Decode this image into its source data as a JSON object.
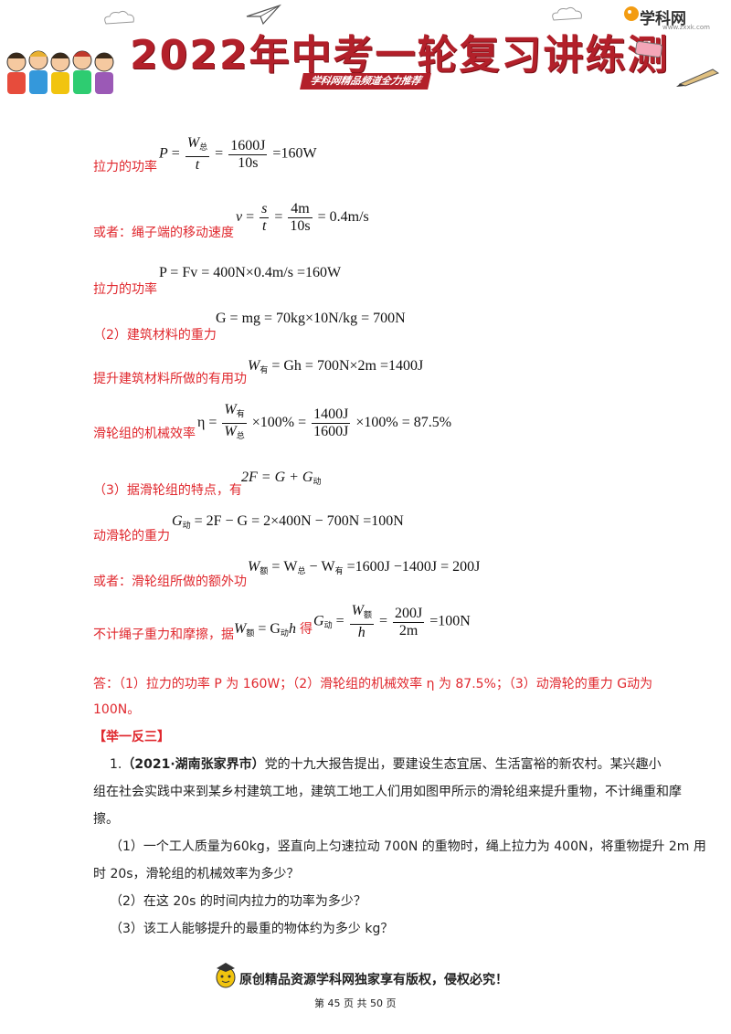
{
  "header": {
    "title": "2022年中考一轮复习讲练测",
    "subtitle": "学科网精品频道全力推荐",
    "logo_text": "学科网",
    "logo_url": "www.zxxk.com"
  },
  "solution": {
    "line1_label": "拉力的功率",
    "line1": {
      "lhs": "P",
      "num": "W",
      "num_sub": "总",
      "den": "t",
      "num2": "1600J",
      "den2": "10s",
      "result": "=160W"
    },
    "line2_label": "或者：绳子端的移动速度",
    "line2": {
      "lhs": "v",
      "num": "s",
      "den": "t",
      "num2": "4m",
      "den2": "10s",
      "result": "= 0.4m/s"
    },
    "line3_label": "拉力的功率",
    "line3_eq": "P = Fv = 400N×0.4m/s =160W",
    "line4_label": "（2）建筑材料的重力",
    "line4_eq": "G = mg = 70kg×10N/kg = 700N",
    "line5_label": "提升建筑材料所做的有用功",
    "line5_w": "W",
    "line5_sub": "有",
    "line5_eq": "= Gh = 700N×2m =1400J",
    "line6_label": "滑轮组的机械效率",
    "line6": {
      "lhs": "η =",
      "num": "W",
      "num_sub": "有",
      "den": "W",
      "den_sub": "总",
      "mid": "×100% =",
      "num2": "1400J",
      "den2": "1600J",
      "result": "×100% = 87.5%"
    },
    "line7_label": "（3）据滑轮组的特点，有",
    "line7_eq": "2F = G + G",
    "line7_sub": "动",
    "line8_label": "动滑轮的重力",
    "line8_g": "G",
    "line8_sub": "动",
    "line8_eq": "= 2F − G = 2×400N − 700N =100N",
    "line9_label": "或者：滑轮组所做的额外功",
    "line9_w": "W",
    "line9_sub": "额",
    "line9_mid": "= W",
    "line9_sub2": "总",
    "line9_mid2": "− W",
    "line9_sub3": "有",
    "line9_eq": "=1600J −1400J = 200J",
    "line10_label": "不计绳子重力和摩擦，据",
    "line10_w": "W",
    "line10_sub": "额",
    "line10_mid": "= G",
    "line10_sub2": "动",
    "line10_h": "h",
    "line10_de": "得",
    "line10_g": "G",
    "line10_sub3": "动",
    "line10_eqsign": "=",
    "line10_num": "W",
    "line10_num_sub": "额",
    "line10_den": "h",
    "line10_num2": "200J",
    "line10_den2": "2m",
    "line10_result": "=100N",
    "answer_line1": "答：（1）拉力的功率 P 为 160W；（2）滑轮组的机械效率  η 为 87.5%；（3）动滑轮的重力 G动为",
    "answer_line2": "100N。"
  },
  "section": {
    "heading": "【举一反三】",
    "q_number": "1.",
    "q_source": "（2021·湖南张家界市）",
    "q_line1": "党的十九大报告提出，要建设生态宜居、生活富裕的新农村。某兴趣小",
    "q_line2": "组在社会实践中来到某乡村建筑工地，建筑工地工人们用如图甲所示的滑轮组来提升重物，不计绳重和摩",
    "q_line3": "擦。",
    "sub1_line1": "（1）一个工人质量为60kg，竖直向上匀速拉动 700N 的重物时，绳上拉力为 400N，将重物提升 2m 用",
    "sub1_line2": "时 20s，滑轮组的机械效率为多少？",
    "sub2": "（2）在这 20s 的时间内拉力的功率为多少？",
    "sub3": "（3）该工人能够提升的最重的物体约为多少 kg？"
  },
  "footer": {
    "copyright": "原创精品资源学科网独家享有版权，侵权必究！",
    "page": "第 45 页 共 50 页"
  }
}
